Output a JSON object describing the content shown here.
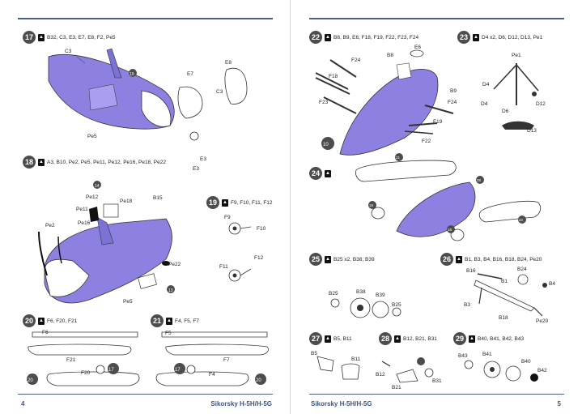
{
  "pages": {
    "left": {
      "page_number": "4",
      "title": "Sikorsky H-5H/H-5G",
      "steps": [
        {
          "num": "17",
          "parts": "B32, C3, E3, E7, E8, F2, Pe5"
        },
        {
          "num": "18",
          "parts": "A3, B10, Pe2, Pe5, Pe11, Pe12, Pe16, Pe18, Pe22"
        },
        {
          "num": "19",
          "parts": "F9, F10, F11, F12"
        },
        {
          "num": "20",
          "parts": "F6, F20, F21"
        },
        {
          "num": "21",
          "parts": "F4, F5, F7"
        }
      ]
    },
    "right": {
      "page_number": "5",
      "title": "Sikorsky H-5H/H-5G",
      "steps": [
        {
          "num": "22",
          "parts": "B8, B9, E6, F18, F19, F22, F23, F24"
        },
        {
          "num": "23",
          "parts": "D4 x2, D6, D12, D13, Pe1"
        },
        {
          "num": "24",
          "parts": ""
        },
        {
          "num": "25",
          "parts": "B25 x2, B38, B39"
        },
        {
          "num": "26",
          "parts": "B1, B3, B4, B16, B18, B24, Pe20"
        },
        {
          "num": "27",
          "parts": "B5, B11"
        },
        {
          "num": "28",
          "parts": "B12, B21, B31"
        },
        {
          "num": "29",
          "parts": "B40, B41, B42, B43"
        }
      ]
    }
  },
  "callouts": {
    "s17": [
      "C3",
      "E7",
      "E8",
      "C3",
      "Pe5",
      "E3",
      "E3",
      "19"
    ],
    "s18": [
      "14",
      "Pe12",
      "Pe18",
      "B15",
      "Pe11",
      "Pe16",
      "Pe2",
      "Pe22",
      "Pe5",
      "13"
    ],
    "s19": [
      "F9",
      "F10",
      "F11",
      "F12"
    ],
    "s20": [
      "F6",
      "F21",
      "F20",
      "17",
      "20"
    ],
    "s21": [
      "F5",
      "F7",
      "F4",
      "17",
      "20"
    ],
    "s22": [
      "B8",
      "E6",
      "F24",
      "F18",
      "F23",
      "B9",
      "F24",
      "F19",
      "F22",
      "10"
    ],
    "s23": [
      "Pe1",
      "D4",
      "D4",
      "D6",
      "D12",
      "D13"
    ],
    "s24": [
      "21",
      "28",
      "18",
      "18",
      "22"
    ],
    "s25": [
      "B25",
      "B38",
      "B39",
      "B25"
    ],
    "s26": [
      "B16",
      "B24",
      "B1",
      "B4",
      "B3",
      "B18",
      "Pe20"
    ],
    "s27": [
      "B5",
      "B11"
    ],
    "s28": [
      "B12",
      "B21",
      "B31"
    ],
    "s29": [
      "B43",
      "B41",
      "B40",
      "B42"
    ]
  },
  "colors": {
    "accent": "#4b5f86",
    "highlight": "#7b72d6",
    "marker": "#4d4d4d"
  }
}
